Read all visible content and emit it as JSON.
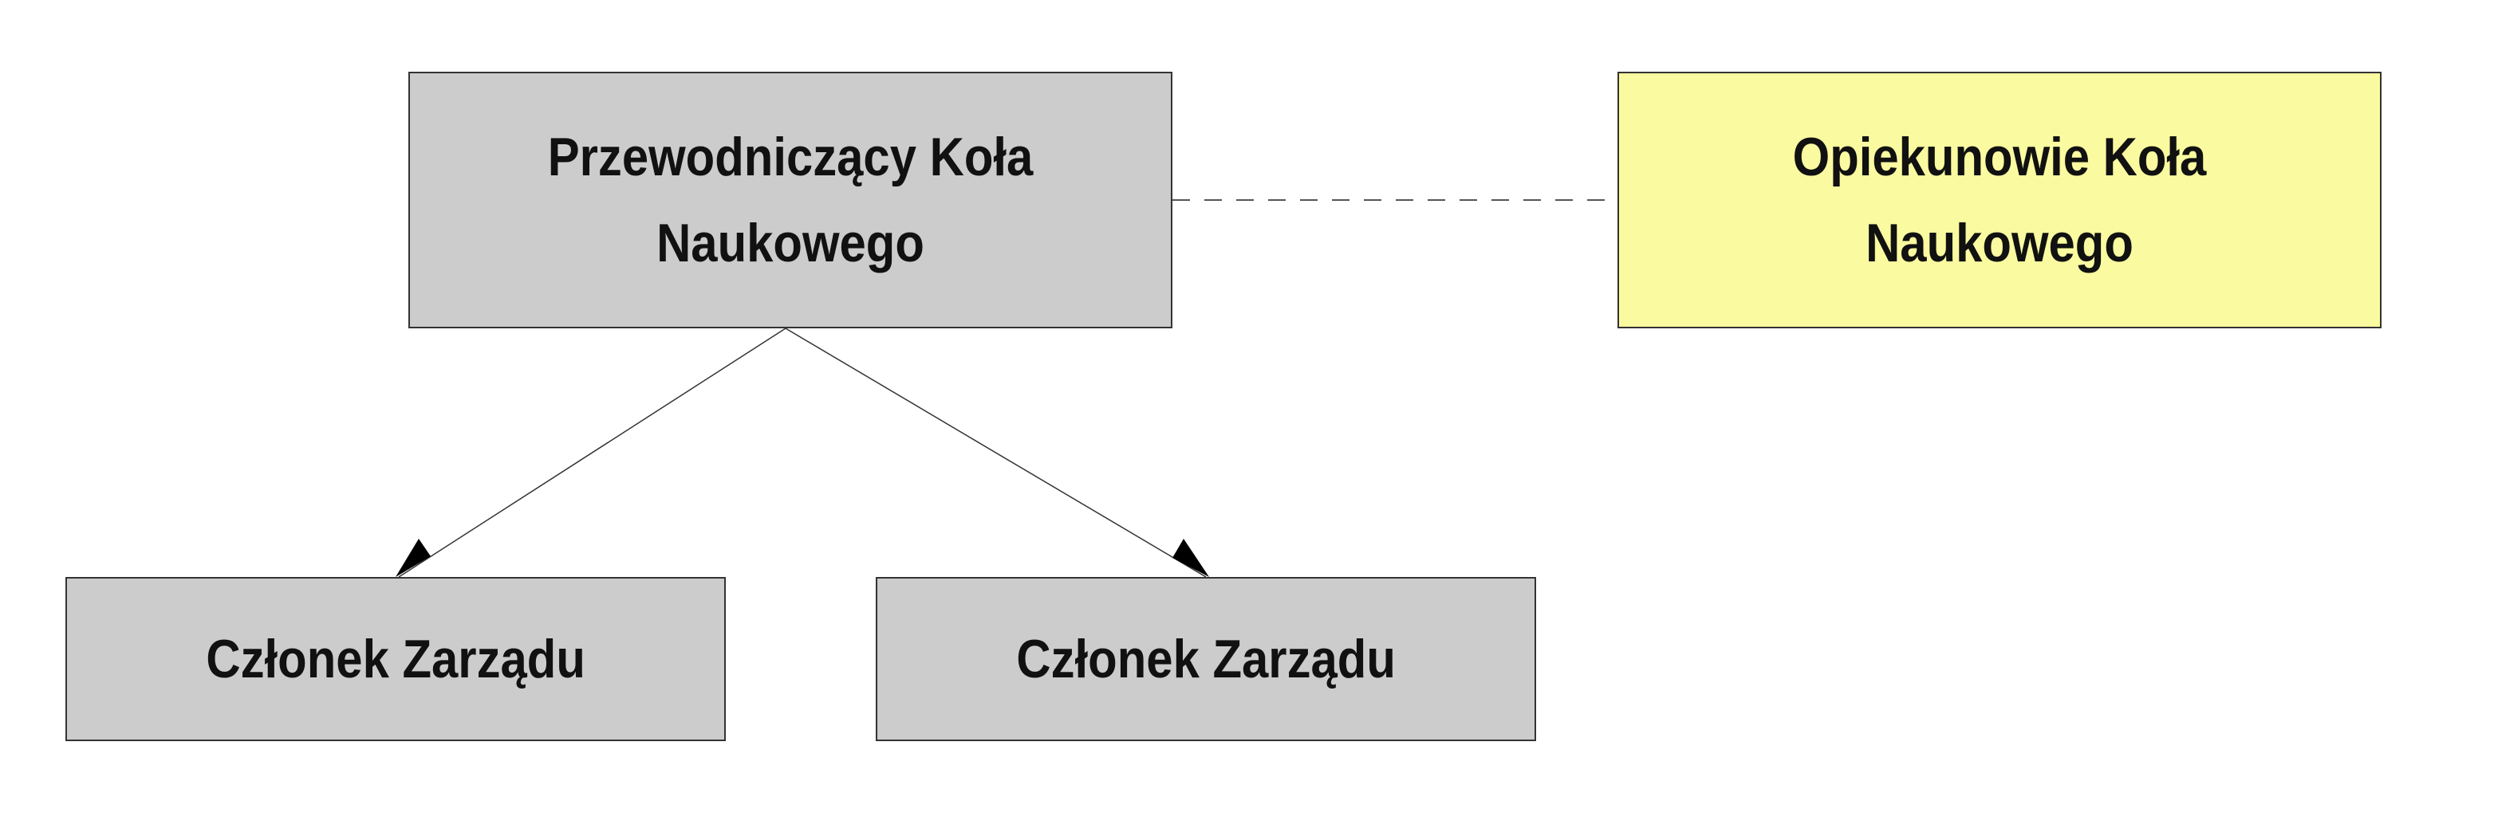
{
  "nodes": {
    "chair": {
      "label": "Przewodniczący Koła Naukowego"
    },
    "supervisors": {
      "label": "Opiekunowie Koła Naukowego"
    },
    "member1": {
      "label": "Członek Zarządu"
    },
    "member2": {
      "label": "Członek Zarządu"
    }
  },
  "colors": {
    "node_fill": "#cccccc",
    "supervisor_fill": "#fafaa0",
    "line": "#333333"
  }
}
